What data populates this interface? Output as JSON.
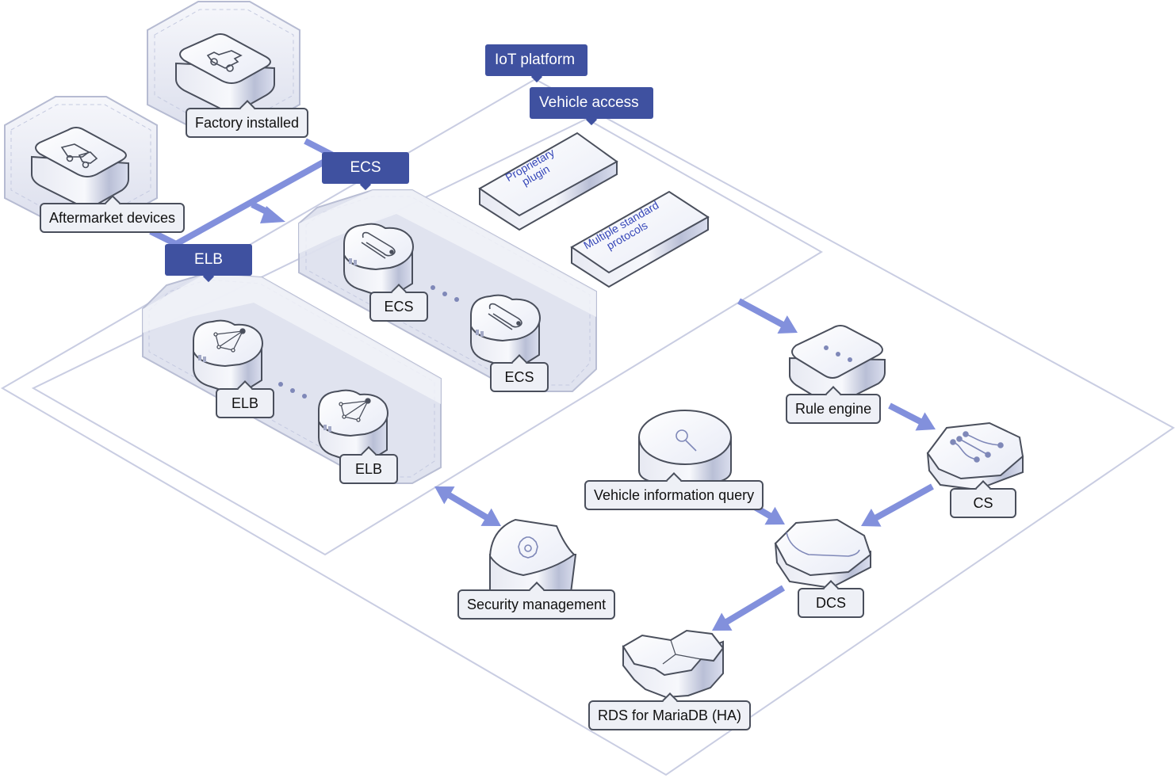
{
  "diagram": {
    "title": "IoT vehicle platform architecture",
    "colors": {
      "tag_bg": "#3f51a0",
      "arrow": "#8290dc",
      "zone_line": "#c9cde2",
      "device_outline": "#4a4f5c",
      "device_top": "#f3f5fb",
      "device_side": "#c8cde0",
      "zone_fill": "#dfe2ef",
      "protocol_text": "#3546b8"
    }
  },
  "tags": {
    "iot_platform": "IoT platform",
    "vehicle_access": "Vehicle access",
    "ecs_group": "ECS",
    "elb_group": "ELB"
  },
  "sources": {
    "factory_installed": {
      "label": "Factory installed",
      "icon": "car-icon"
    },
    "aftermarket_devices": {
      "label": "Aftermarket devices",
      "icon": "truck-icon"
    }
  },
  "access_modules": {
    "proprietary_plugin": {
      "line1": "Proprietary",
      "line2": "plugin"
    },
    "standard_protocols": {
      "line1": "Multiple standard",
      "line2": "protocols"
    }
  },
  "ecs_nodes": [
    {
      "label": "ECS",
      "icon": "paperclip-icon"
    },
    {
      "label": "ECS",
      "icon": "paperclip-icon"
    }
  ],
  "elb_nodes": [
    {
      "label": "ELB",
      "icon": "network-triangle-icon"
    },
    {
      "label": "ELB",
      "icon": "network-triangle-icon"
    }
  ],
  "services": {
    "rule_engine": {
      "label": "Rule engine",
      "icon": "ellipsis-icon"
    },
    "cs": {
      "label": "CS",
      "icon": "stream-lines-icon"
    },
    "vehicle_query": {
      "label": "Vehicle information query",
      "icon": "search-icon"
    },
    "dcs": {
      "label": "DCS",
      "icon": "hexagon-icon"
    },
    "security": {
      "label": "Security management",
      "icon": "gear-icon"
    },
    "rds": {
      "label": "RDS for MariaDB (HA)",
      "icon": "database-cluster-icon"
    }
  },
  "connections": [
    {
      "from": "Factory installed",
      "to": "ELB",
      "type": "line"
    },
    {
      "from": "Aftermarket devices",
      "to": "ELB",
      "type": "line"
    },
    {
      "from": "ELB",
      "to": "ECS",
      "type": "arrow"
    },
    {
      "from": "Vehicle access",
      "to": "Rule engine",
      "type": "arrow"
    },
    {
      "from": "Rule engine",
      "to": "CS",
      "type": "arrow"
    },
    {
      "from": "CS",
      "to": "DCS",
      "type": "arrow"
    },
    {
      "from": "Vehicle information query",
      "to": "DCS",
      "type": "arrow"
    },
    {
      "from": "DCS",
      "to": "RDS for MariaDB (HA)",
      "type": "arrow"
    },
    {
      "from": "ELB zone",
      "to": "Security management",
      "type": "bidirectional-arrow"
    }
  ]
}
